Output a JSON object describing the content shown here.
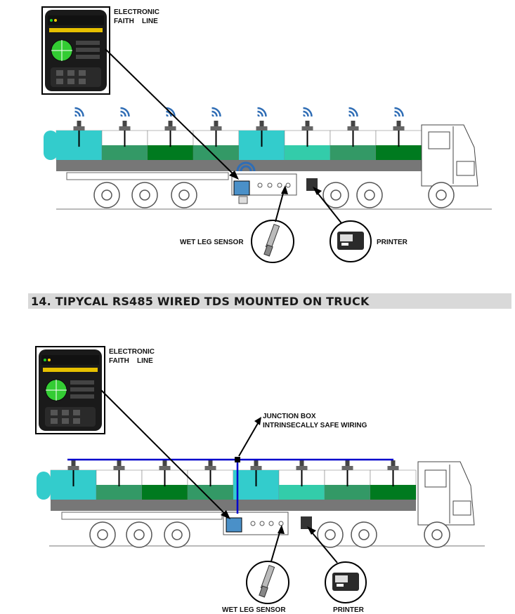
{
  "diagram_top": {
    "device_label_line1": "ELECTRONIC",
    "device_label_line2": "FAITH    LINE",
    "sensor_label": "WET LEG SENSOR",
    "printer_label": "PRINTER",
    "compartment_colors": [
      "#33cccc",
      "#339966",
      "#007a1f",
      "#339966",
      "#33cccc",
      "#33ccaa",
      "#339966",
      "#007a1f"
    ],
    "antenna_color": "#2f6db5"
  },
  "section": {
    "heading": "14. TIPYCAL RS485 WIRED TDS MOUNTED ON TRUCK"
  },
  "diagram_bottom": {
    "device_label_line1": "ELECTRONIC",
    "device_label_line2": "FAITH    LINE",
    "junction_label_line1": "JUNCTION BOX",
    "junction_label_line2": "INTRINSECALLY SAFE WIRING",
    "sensor_label": "WET LEG SENSOR",
    "printer_label": "PRINTER",
    "wire_color": "#0000cc"
  }
}
